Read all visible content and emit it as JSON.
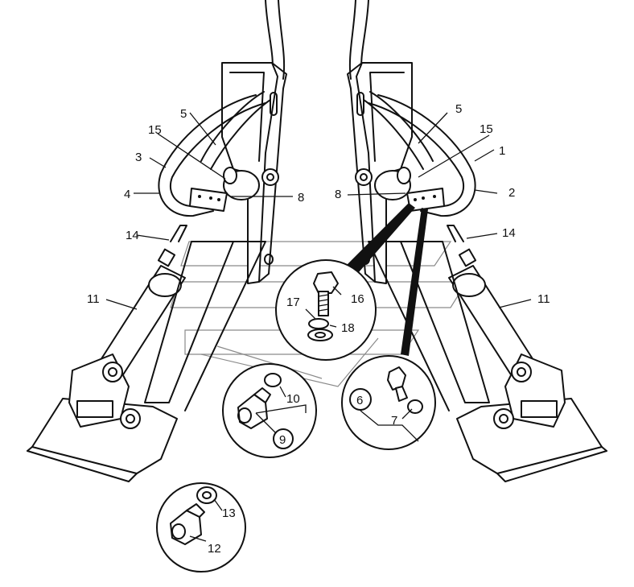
{
  "labels": {
    "l1": "1",
    "l2": "2",
    "l3": "3",
    "l4": "4",
    "l5a": "5",
    "l5b": "5",
    "l6": "6",
    "l7": "7",
    "l8a": "8",
    "l8b": "8",
    "l9": "9",
    "l10": "10",
    "l11a": "11",
    "l11b": "11",
    "l12": "12",
    "l13": "13",
    "l14a": "14",
    "l14b": "14",
    "l15a": "15",
    "l15b": "15",
    "l16": "16",
    "l17": "17",
    "l18": "18"
  }
}
